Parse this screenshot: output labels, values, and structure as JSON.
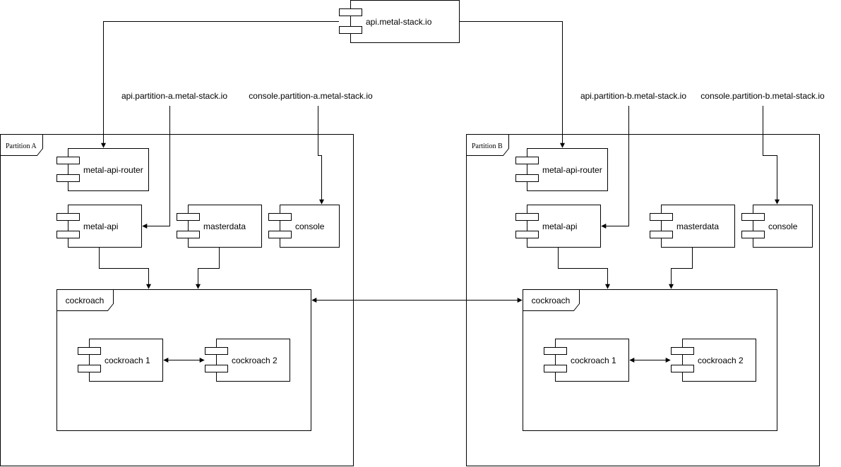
{
  "api_gateway": {
    "label": "api.metal-stack.io"
  },
  "endpoints": {
    "api_a": "api.partition-a.metal-stack.io",
    "console_a": "console.partition-a.metal-stack.io",
    "api_b": "api.partition-b.metal-stack.io",
    "console_b": "console.partition-b.metal-stack.io"
  },
  "partition_a": {
    "title": "Partition A",
    "router": "metal-api-router",
    "api": "metal-api",
    "masterdata": "masterdata",
    "console": "console",
    "cockroach": {
      "title": "cockroach",
      "node1": "cockroach 1",
      "node2": "cockroach 2"
    }
  },
  "partition_b": {
    "title": "Partition B",
    "router": "metal-api-router",
    "api": "metal-api",
    "masterdata": "masterdata",
    "console": "console",
    "cockroach": {
      "title": "cockroach",
      "node1": "cockroach 1",
      "node2": "cockroach 2"
    }
  }
}
